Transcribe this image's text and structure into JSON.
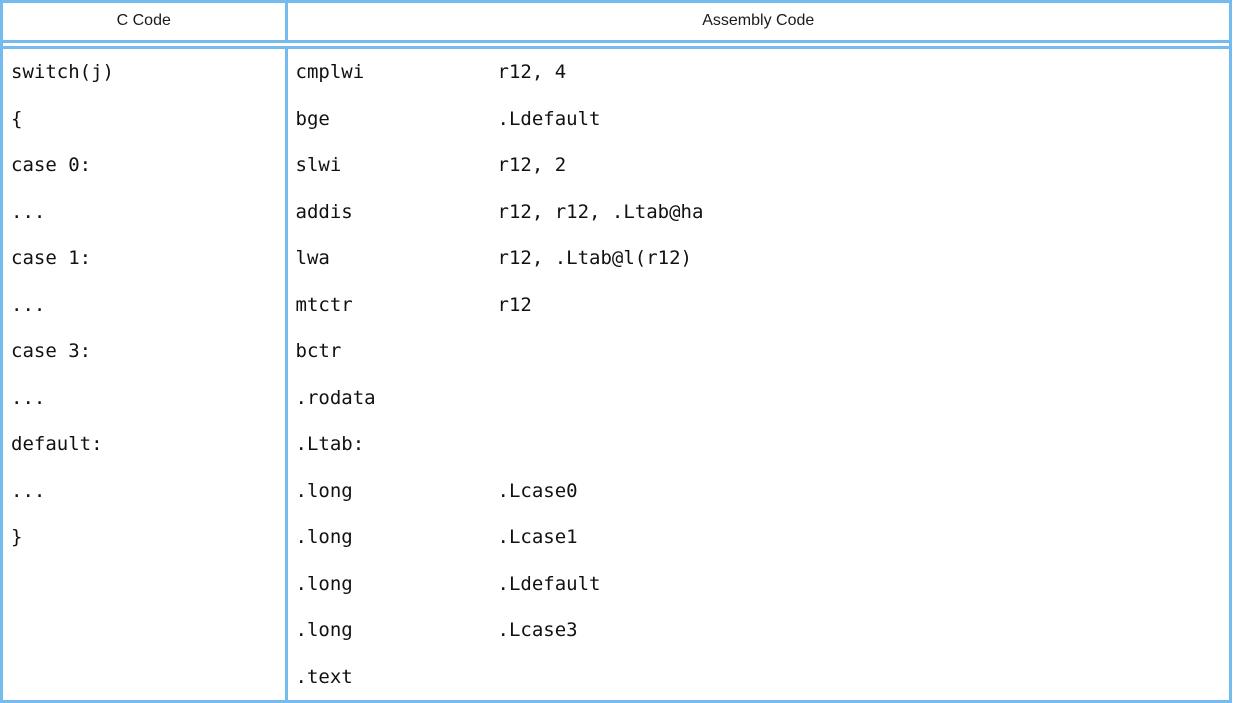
{
  "table": {
    "headers": {
      "c_code": "C Code",
      "assembly_code": "Assembly Code"
    },
    "c_lines": [
      "switch(j)",
      "{",
      "case 0:",
      "...",
      "case 1:",
      "...",
      "case 3:",
      "...",
      "default:",
      "...",
      "}"
    ],
    "asm_lines": [
      {
        "mnemonic": "cmplwi",
        "operand": "r12, 4"
      },
      {
        "mnemonic": "bge",
        "operand": ".Ldefault"
      },
      {
        "mnemonic": "slwi",
        "operand": "r12, 2"
      },
      {
        "mnemonic": "addis",
        "operand": "r12, r12, .Ltab@ha"
      },
      {
        "mnemonic": "lwa",
        "operand": "r12, .Ltab@l(r12)"
      },
      {
        "mnemonic": "mtctr",
        "operand": "r12"
      },
      {
        "mnemonic": "bctr",
        "operand": ""
      },
      {
        "mnemonic": ".rodata",
        "operand": ""
      },
      {
        "mnemonic": ".Ltab:",
        "operand": ""
      },
      {
        "mnemonic": ".long",
        "operand": ".Lcase0"
      },
      {
        "mnemonic": ".long",
        "operand": ".Lcase1"
      },
      {
        "mnemonic": ".long",
        "operand": ".Ldefault"
      },
      {
        "mnemonic": ".long",
        "operand": ".Lcase3"
      },
      {
        "mnemonic": ".text",
        "operand": ""
      }
    ],
    "border_color": "#74bcf0",
    "text_color": "#111111"
  }
}
